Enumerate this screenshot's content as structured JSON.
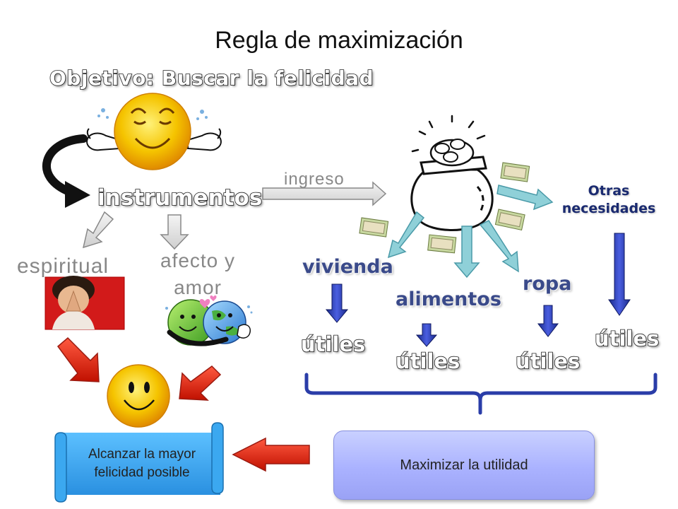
{
  "title": "Regla de maximización",
  "objective": "Objetivo: Buscar la felicidad",
  "instrumentos": "instrumentos",
  "espiritual": "espiritual",
  "afecto_line1": "afecto y",
  "afecto_line2": "amor",
  "ingreso": "ingreso",
  "needs": {
    "vivienda": "vivienda",
    "alimentos": "alimentos",
    "ropa": "ropa",
    "otras_line1": "Otras",
    "otras_line2": "necesidades"
  },
  "utiles_label": "útiles",
  "maximizar": "Maximizar la utilidad",
  "alcanzar_line1": "Alcanzar la mayor",
  "alcanzar_line2": "felicidad posible",
  "icons": [
    "smiley-icon",
    "money-bag-icon",
    "banknote-icon",
    "praying-person-icon",
    "hugging-globes-icon"
  ],
  "colors": {
    "smiley": "#f5c400",
    "blue_arrow": "#2a3da8",
    "red_arrow": "#e02010",
    "teal_arrow": "#8fd0d8",
    "scroll": "#3ba8f0",
    "box": "#aab2ff"
  }
}
